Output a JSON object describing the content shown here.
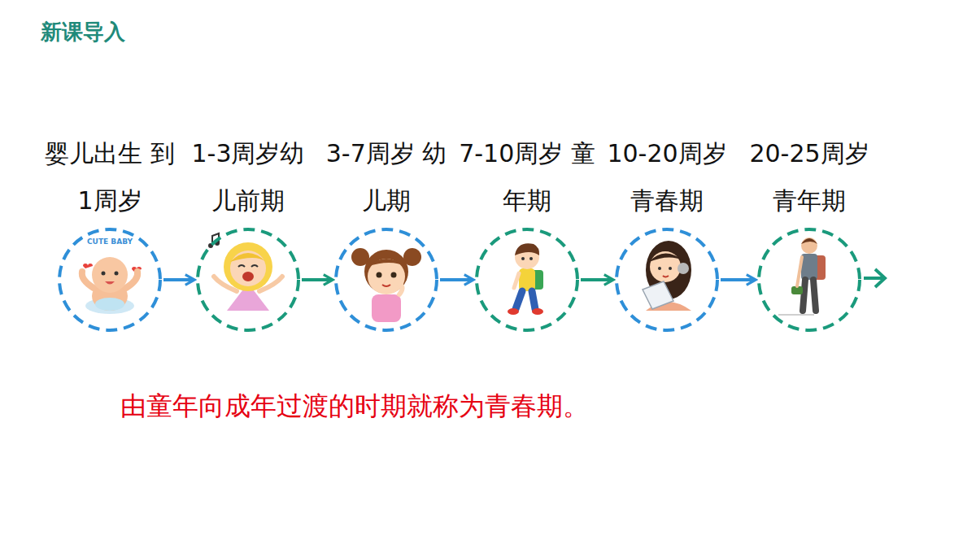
{
  "diagram": {
    "title": "新课导入",
    "caption": "由童年向成年过渡的时期就称为青春期。",
    "nodes": [
      {
        "text": [
          "婴儿出生 到1周岁"
        ]
      },
      {
        "text": [
          "1-3周岁幼 儿前期"
        ]
      },
      {
        "text": [
          "3-7周岁 幼儿期"
        ]
      },
      {
        "text": [
          "7-10周岁 童年期"
        ]
      },
      {
        "text": [
          "10-20周岁 青春期"
        ]
      },
      {
        "text": [
          "20-25周岁 青年期"
        ]
      }
    ],
    "edges": [
      {
        "from": 0,
        "to": 1,
        "arrow": "to"
      },
      {
        "from": 1,
        "to": 2,
        "arrow": "to"
      },
      {
        "from": 2,
        "to": 3,
        "arrow": "to"
      },
      {
        "from": 3,
        "to": 4,
        "arrow": "to"
      },
      {
        "from": 4,
        "to": 5,
        "arrow": "to"
      }
    ],
    "labels": [
      "CUTE BABY"
    ]
  }
}
